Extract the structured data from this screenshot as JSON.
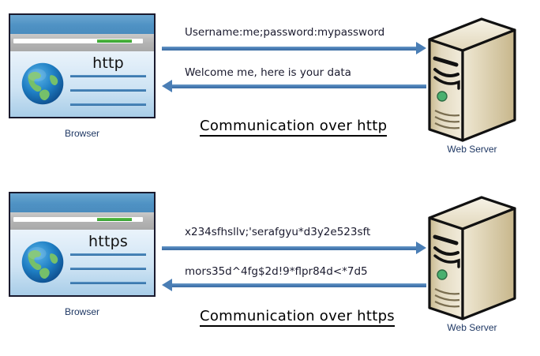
{
  "diagram": {
    "title_hidden": "",
    "panels": [
      {
        "id": "http",
        "browser": {
          "protocol_label": "http",
          "caption": "Browser",
          "icons": {
            "globe": "globe-icon",
            "address_bar": "address-bar"
          }
        },
        "messages": [
          {
            "direction": "request",
            "text": "Username:me;password:mypassword"
          },
          {
            "direction": "response",
            "text": "Welcome me, here is your data"
          }
        ],
        "title": "Communication  over  http",
        "server": {
          "caption": "Web Server",
          "icon": "server-tower-icon",
          "led_color": "#49b06f"
        }
      },
      {
        "id": "https",
        "browser": {
          "protocol_label": "https",
          "caption": "Browser",
          "icons": {
            "globe": "globe-icon",
            "address_bar": "address-bar"
          }
        },
        "messages": [
          {
            "direction": "request",
            "text": "x234sfhsllv;'serafgyu*d3y2e523sft"
          },
          {
            "direction": "response",
            "text": "mors35d^4fg$2d!9*flpr84d<*7d5"
          }
        ],
        "title": "Communication  over  https",
        "server": {
          "caption": "Web Server",
          "icon": "server-tower-icon",
          "led_color": "#49b06f"
        }
      }
    ],
    "colors": {
      "arrow": "#4a7eb5",
      "browser_titlebar": "#4f92c4",
      "caption_text": "#1f3864",
      "title_text": "#000000",
      "server_body": "#d8cba5",
      "led_green": "#49b06f"
    }
  }
}
